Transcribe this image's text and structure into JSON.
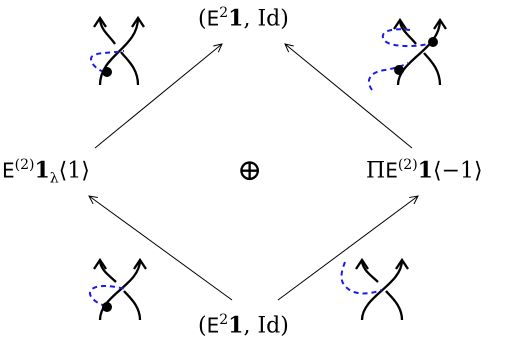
{
  "nodes": {
    "top": {
      "open": "(",
      "E": "E",
      "exp": "2",
      "one": "1",
      "rest": ", Id)"
    },
    "bottom": {
      "open": "(",
      "E": "E",
      "exp": "2",
      "one": "1",
      "rest": ", Id)"
    },
    "left": {
      "E": "E",
      "exp": "(2)",
      "one": "1",
      "sub": "λ",
      "shift": "⟨1⟩"
    },
    "right": {
      "pi": "Π",
      "E": "E",
      "exp": "(2)",
      "one": "1",
      "shift": "⟨−1⟩"
    },
    "center": {
      "symbol": "⊕"
    }
  },
  "colors": {
    "strand": "#000000",
    "dashed": "#1a1aee",
    "arrow": "#000000"
  }
}
